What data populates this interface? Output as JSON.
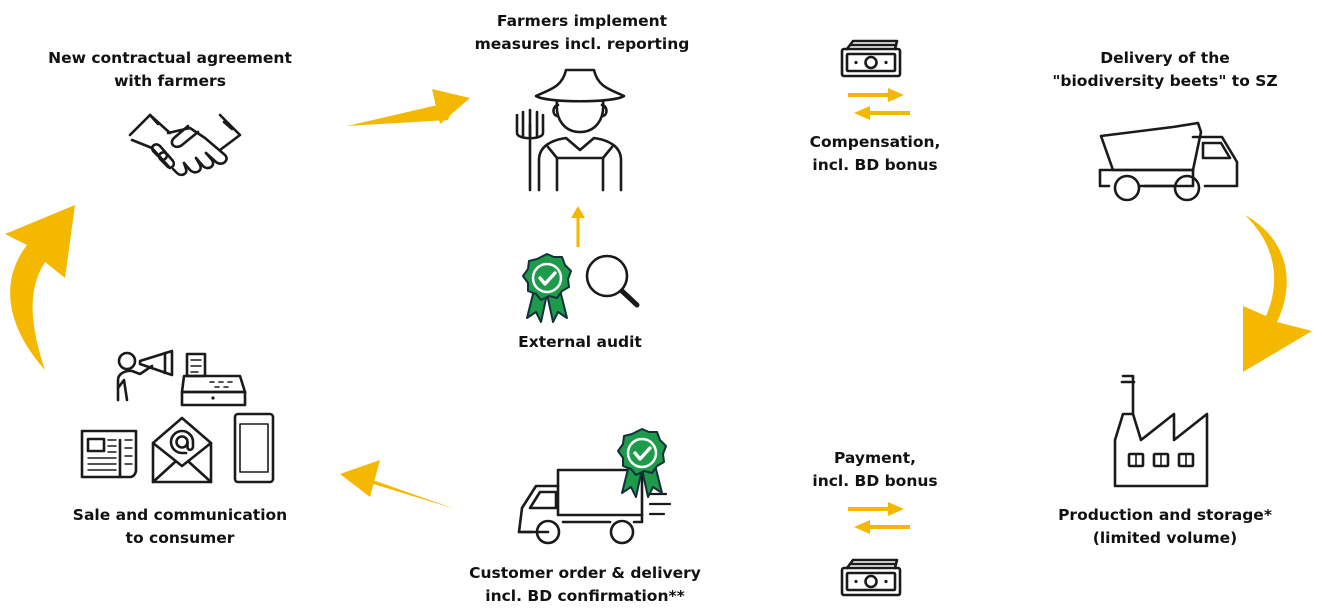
{
  "colors": {
    "arrow": "#f5b800",
    "badge": "#1e9b4a",
    "ink": "#1a1a1a"
  },
  "steps": {
    "contract": {
      "label": "New contractual agreement\nwith farmers",
      "icon": "handshake-icon"
    },
    "implement": {
      "label": "Farmers implement\nmeasures incl. reporting",
      "icon": "farmer-icon"
    },
    "compensation": {
      "label": "Compensation,\nincl. BD bonus",
      "icon": "money-icon"
    },
    "delivery_sz": {
      "label": "Delivery of the\n\"biodiversity beets\" to SZ",
      "icon": "dump-truck-icon"
    },
    "production": {
      "label": "Production and storage*\n(limited volume)",
      "icon": "factory-icon"
    },
    "payment": {
      "label": "Payment,\nincl. BD bonus",
      "icon": "money-icon"
    },
    "customer": {
      "label": "Customer order & delivery\nincl. BD confirmation**",
      "icon": "delivery-truck-icon"
    },
    "sale": {
      "label": "Sale and communication\nto consumer",
      "icon": "communication-icons"
    },
    "audit": {
      "label": "External audit",
      "icon": "magnifier-icon"
    }
  }
}
